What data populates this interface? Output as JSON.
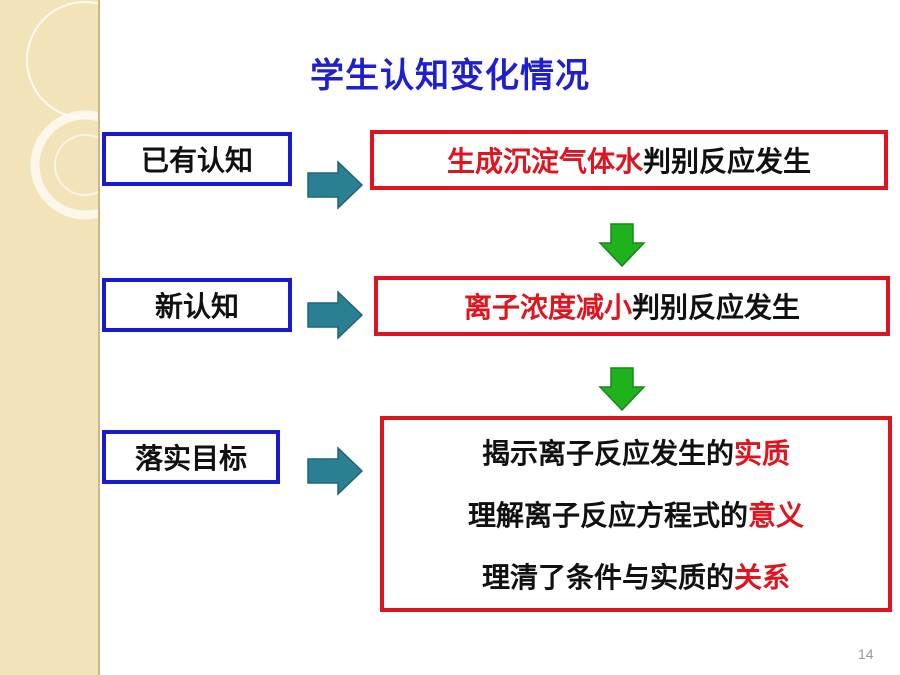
{
  "title": "学生认知变化情况",
  "rows": [
    {
      "label": "已有认知",
      "content": {
        "highlight": "生成沉淀气体水",
        "rest": "判别反应发生"
      }
    },
    {
      "label": "新认知",
      "content": {
        "highlight": "离子浓度减小",
        "rest": "判别反应发生"
      }
    },
    {
      "label": "落实目标",
      "lines": [
        {
          "text": "揭示离子反应发生的",
          "highlight": "实质"
        },
        {
          "text": "理解离子反应方程式的",
          "highlight": "意义"
        },
        {
          "text": "理清了条件与实质的",
          "highlight": "关系"
        }
      ]
    }
  ],
  "page_number": "14",
  "colors": {
    "title": "#1f1fcf",
    "left_box_border": "#1a1ad0",
    "right_box_border": "#e0141e",
    "highlight": "#e0141e",
    "right_arrow": "#2b7f93",
    "down_arrow": "#1fb21f",
    "sidebar": "#f3e3b8"
  }
}
